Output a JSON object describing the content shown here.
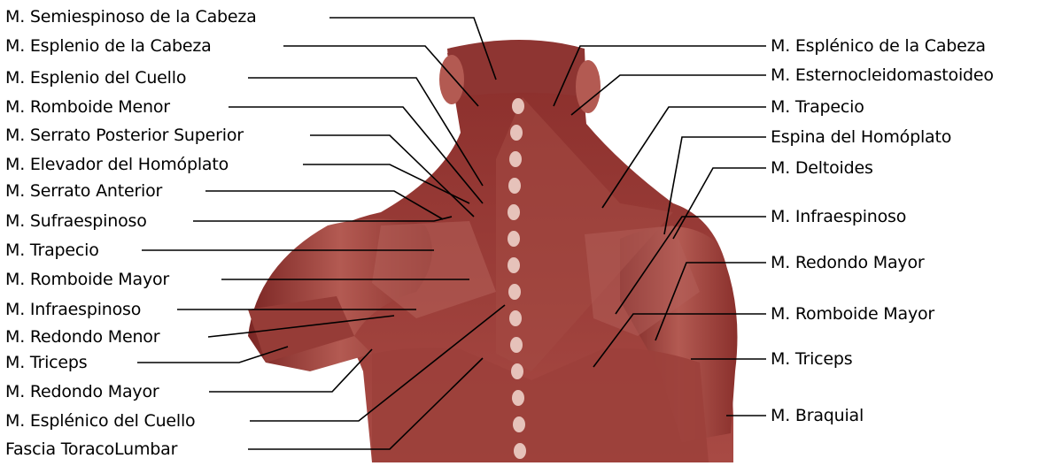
{
  "labels_left": [
    "M. Semiespinoso de la Cabeza",
    "M. Esplenio de la Cabeza",
    "M. Esplenio del Cuello",
    "M. Romboide Menor",
    "M. Serrato Posterior Superior",
    "M. Elevador del Homóplato",
    "M. Serrato Anterior",
    "M. Sufraespinoso",
    "M. Trapecio",
    "M. Romboide Mayor",
    "M. Infraespinoso",
    "M. Redondo Menor",
    "M. Triceps",
    "M. Redondo Mayor",
    "M. Esplénico del Cuello",
    "Fascia ToracoLumbar"
  ],
  "labels_right": [
    "M. Esplénico de la Cabeza",
    "M. Esternocleidomastoideo",
    "M. Trapecio",
    "Espina del Homóplato",
    "M. Deltoides",
    "M. Infraespinoso",
    "M. Redondo Mayor",
    "M. Romboide Mayor",
    "M. Triceps",
    "M. Braquial"
  ],
  "colors": {
    "muscle_dark": "#7a2323",
    "muscle_mid": "#a8463f",
    "muscle_light": "#c7706a",
    "fascia": "#d9a8a0",
    "spine": "#e8c6bf",
    "line": "#000000"
  }
}
